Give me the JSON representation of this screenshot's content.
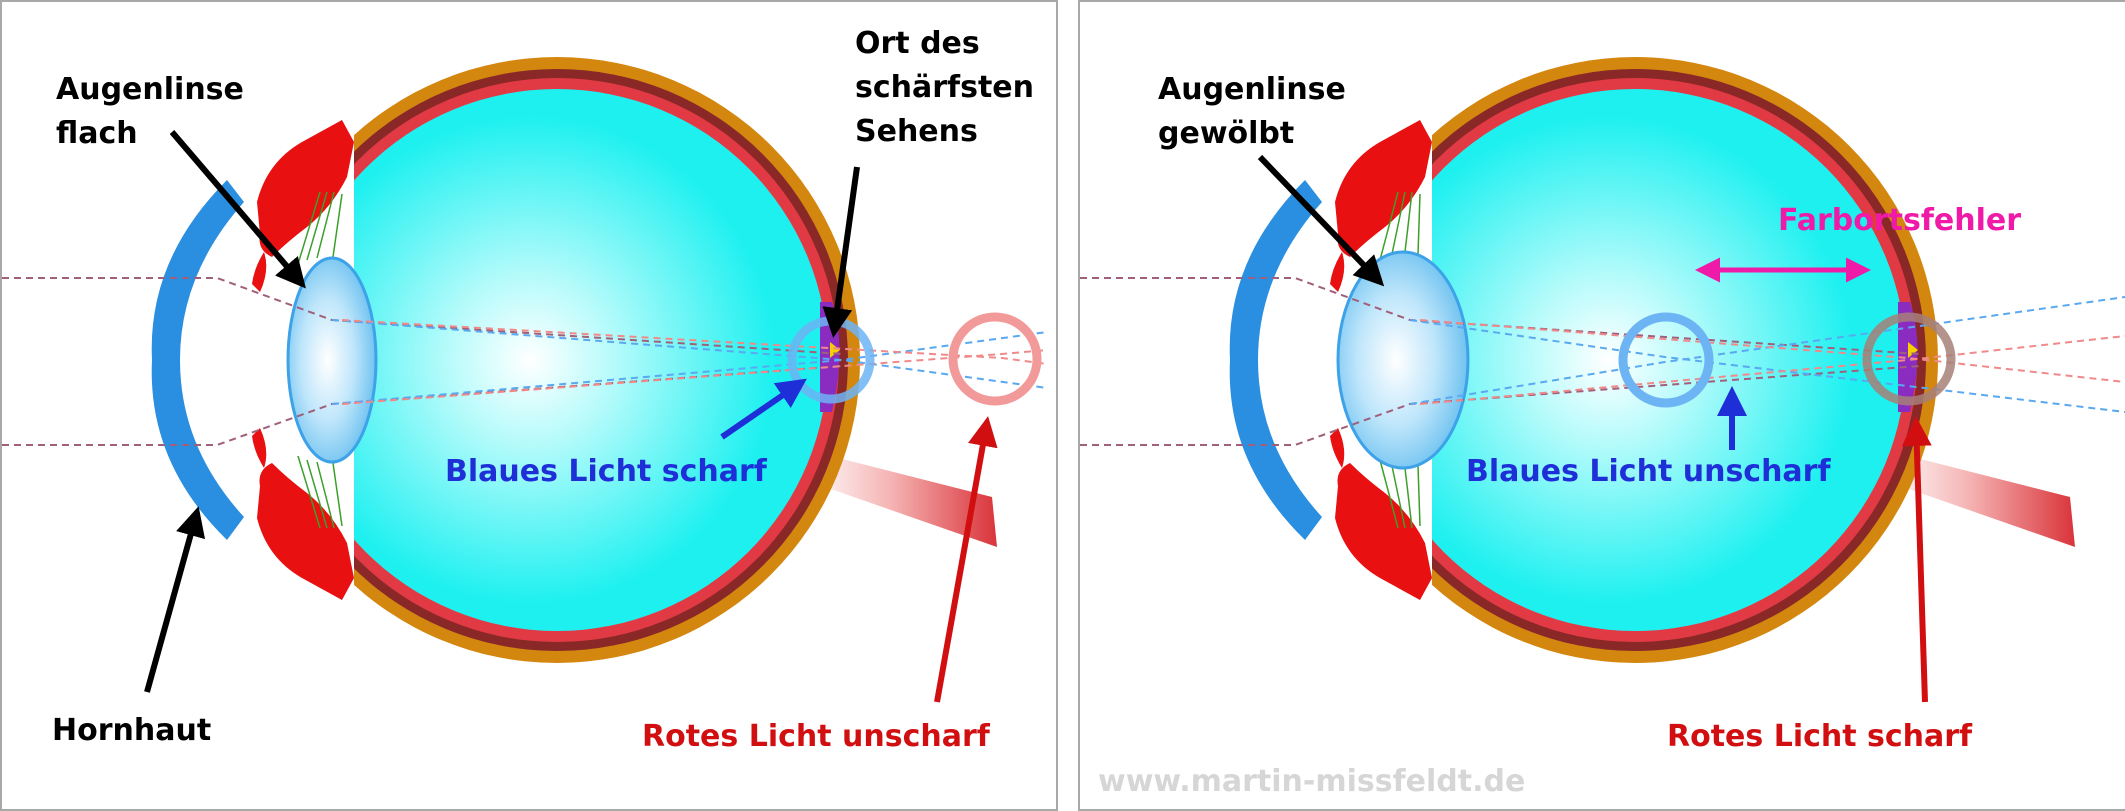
{
  "left_panel": {
    "lens_label": "Augenlinse\nflach",
    "fovea_label": "Ort des\nschärfsten\nSehens",
    "blue_label": "Blaues Licht scharf",
    "cornea_label": "Hornhaut",
    "red_label": "Rotes Licht unscharf"
  },
  "right_panel": {
    "lens_label": "Augenlinse\ngewölbt",
    "aberration_label": "Farbortsfehler",
    "blue_label": "Blaues Licht unscharf",
    "red_label": "Rotes Licht scharf",
    "watermark": "www.martin-missfeldt.de"
  },
  "colors": {
    "vitreous": "#1ef0f0",
    "sclera": "#d4870f",
    "choroid": "#8a2828",
    "retina": "#e23a44",
    "cornea": "#2a8fe0",
    "iris": "#e81010",
    "lens": "#6ec6f2",
    "blue_ray": "#5aa8f0",
    "red_ray": "#f08a8a",
    "magenta": "#f01aa8"
  }
}
